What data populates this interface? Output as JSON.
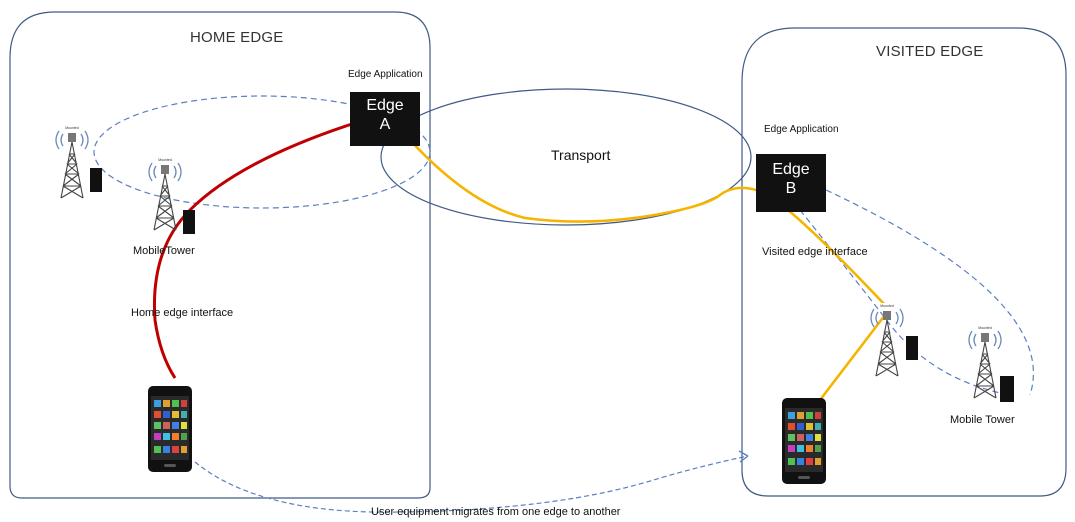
{
  "home_edge": {
    "title": "HOME EDGE",
    "interface_label": "Home edge interface",
    "tower_label": "MobileTower"
  },
  "visited_edge": {
    "title": "VISITED EDGE",
    "interface_label": "Visited edge interface",
    "tower_label": "Mobile Tower"
  },
  "edge_a": {
    "app_label": "Edge Application",
    "line1": "Edge",
    "line2": "A"
  },
  "edge_b": {
    "app_label": "Edge Application",
    "line1": "Edge",
    "line2": "B"
  },
  "transport_label": "Transport",
  "migration_label": "User equipment migrates from one edge to another",
  "colors": {
    "region_border": "#3f5a86",
    "dashed_link": "#5b7fc0",
    "home_link": "#c00000",
    "transport_link": "#f4b400",
    "edge_node": "#111111"
  },
  "icons": [
    "radio-tower-icon",
    "mobile-phone-icon",
    "edge-server-icon"
  ]
}
